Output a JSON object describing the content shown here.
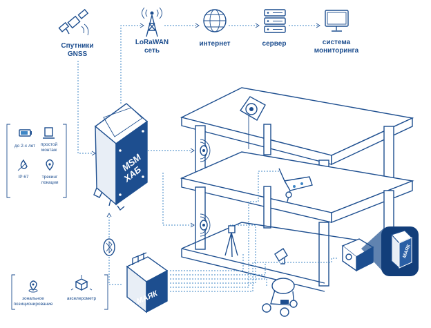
{
  "network": {
    "gnss": [
      "Спутники",
      "GNSS"
    ],
    "lorawan": [
      "LoRaWAN",
      "сеть"
    ],
    "internet": "интернет",
    "server": "сервер",
    "monitoring": [
      "система",
      "мониторинга"
    ]
  },
  "hub": {
    "label_line1": "MSM",
    "label_line2": "ХАБ"
  },
  "hub_features": {
    "battery": "до 2-х лет",
    "mount": "простой монтаж",
    "ip": "IP 67",
    "tracking": [
      "трекинг",
      "локации"
    ],
    "mount_lines": [
      "простой",
      "монтаж"
    ]
  },
  "beacon": {
    "label": "МАЯК",
    "zoom_label": "МАЯК"
  },
  "beacon_features": {
    "zonal": [
      "зональное",
      "позиционирование"
    ],
    "accel": "акселерометр"
  },
  "colors": {
    "brand": "#1d4e8f",
    "accent": "#3e86c6",
    "zoom": "#123e7a"
  }
}
